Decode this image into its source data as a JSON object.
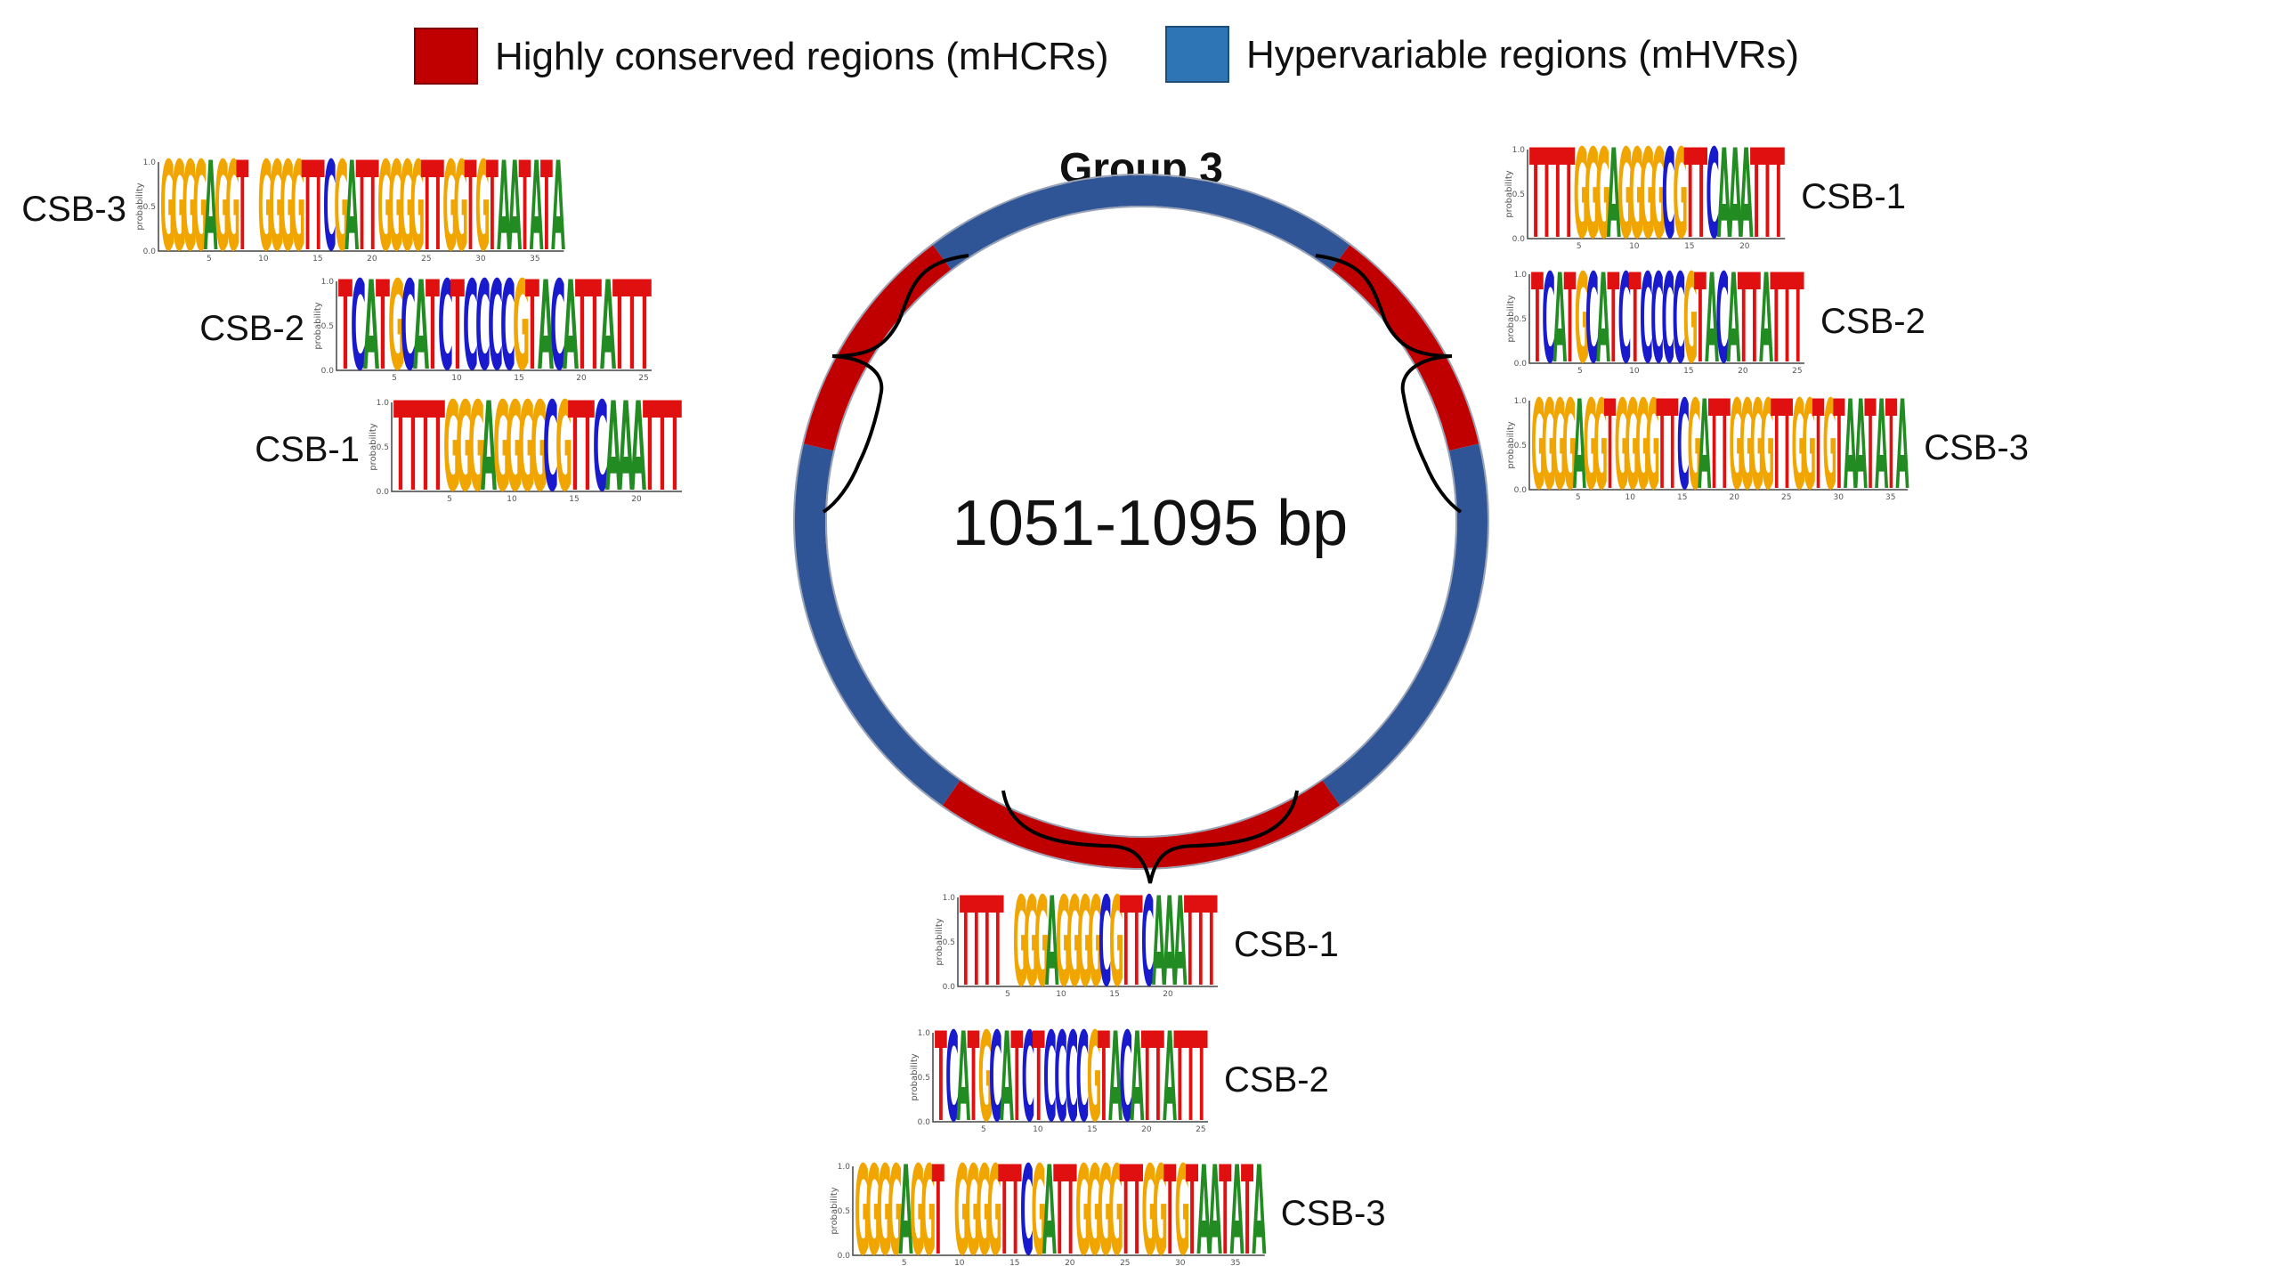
{
  "legend": [
    {
      "label": "Highly conserved regions (mHCRs)",
      "color": "#c00000"
    },
    {
      "label": "Hypervariable regions (mHVRs)",
      "color": "#2e75b6"
    }
  ],
  "group_title": "Group 3",
  "size_label": "1051-1095 bp",
  "circle": {
    "arcs": [
      {
        "region": "mHVR",
        "color": "#2f5597",
        "from": 323,
        "to": 37
      },
      {
        "region": "mHCR",
        "color": "#c00000",
        "from": 37,
        "to": 77
      },
      {
        "region": "mHVR",
        "color": "#2f5597",
        "from": 77,
        "to": 145
      },
      {
        "region": "mHCR",
        "color": "#c00000",
        "from": 145,
        "to": 215
      },
      {
        "region": "mHVR",
        "color": "#2f5597",
        "from": 215,
        "to": 283
      },
      {
        "region": "mHCR",
        "color": "#c00000",
        "from": 283,
        "to": 323
      }
    ]
  },
  "axis_label": "probability",
  "y_ticks": [
    "0.0",
    "0.5",
    "1.0"
  ],
  "nucleotide_colors": {
    "A": "#228b22",
    "C": "#1a1acd",
    "G": "#f0a500",
    "T": "#e01010"
  },
  "logos": {
    "left": [
      {
        "label": "CSB-3",
        "seq": "GGGGAGGT GGGGTTCGATTGGGGTTGGTGTAATATA",
        "ticks": [
          "5",
          "10",
          "15",
          "20",
          "25",
          "30",
          "35"
        ]
      },
      {
        "label": "CSB-2",
        "seq": "TCATGCATCTCCCCGTACATTATTT",
        "ticks": [
          "5",
          "10",
          "15",
          "20",
          "25"
        ]
      },
      {
        "label": "CSB-1",
        "seq": "TTTTGGGAGGGGCGTTCAAATTT",
        "ticks": [
          "5",
          "10",
          "15",
          "20"
        ]
      }
    ],
    "right": [
      {
        "label": "CSB-1",
        "seq": "TTTTGGGAGGGGCGTTCAAATTT",
        "ticks": [
          "5",
          "10",
          "15",
          "20"
        ]
      },
      {
        "label": "CSB-2",
        "seq": "TCATGCATCTCCCCGTACATTATTT",
        "ticks": [
          "5",
          "10",
          "15",
          "20",
          "25"
        ]
      },
      {
        "label": "CSB-3",
        "seq": "GGGGAGGTGGGGTTCGATTGGGGTTGGTGTAATATA",
        "ticks": [
          "5",
          "10",
          "15",
          "20",
          "25",
          "30",
          "35"
        ]
      }
    ],
    "bottom": [
      {
        "label": "CSB-1",
        "seq": "TTTT GGGAGGGGCGTTCAAATTT",
        "ticks": [
          "5",
          "10",
          "15",
          "20"
        ]
      },
      {
        "label": "CSB-2",
        "seq": "TCATGCATCTCCCCGTACATTATTT",
        "ticks": [
          "5",
          "10",
          "15",
          "20",
          "25"
        ]
      },
      {
        "label": "CSB-3",
        "seq": "GGGGAGGT GGGGTTCGATTGGGGTTGGTGTAATATA",
        "ticks": [
          "5",
          "10",
          "15",
          "20",
          "25",
          "30",
          "35"
        ]
      }
    ]
  }
}
